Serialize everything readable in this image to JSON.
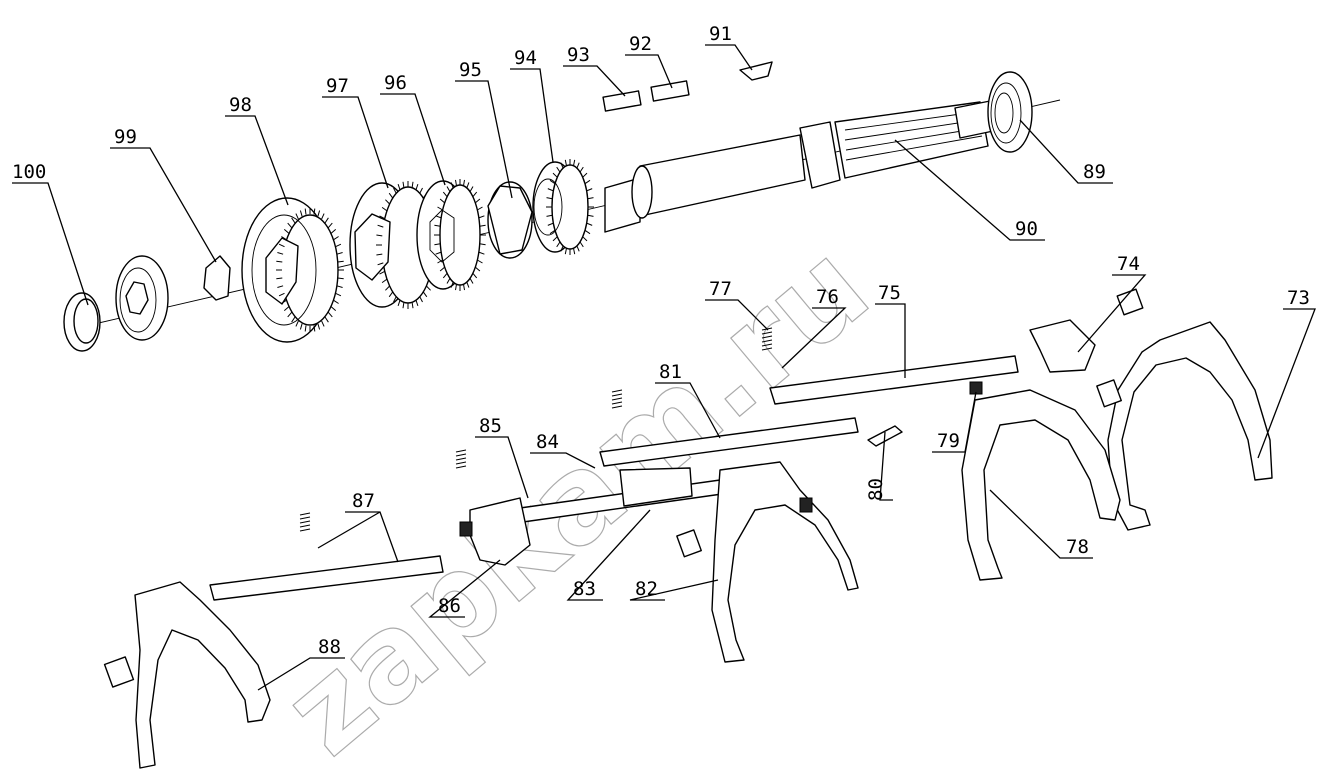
{
  "watermark": "zapkam.ru",
  "callouts": [
    {
      "id": "100",
      "label": "100"
    },
    {
      "id": "99",
      "label": "99"
    },
    {
      "id": "98",
      "label": "98"
    },
    {
      "id": "97",
      "label": "97"
    },
    {
      "id": "96",
      "label": "96"
    },
    {
      "id": "95",
      "label": "95"
    },
    {
      "id": "94",
      "label": "94"
    },
    {
      "id": "93",
      "label": "93"
    },
    {
      "id": "92",
      "label": "92"
    },
    {
      "id": "91",
      "label": "91"
    },
    {
      "id": "90",
      "label": "90"
    },
    {
      "id": "89",
      "label": "89"
    },
    {
      "id": "88",
      "label": "88"
    },
    {
      "id": "87",
      "label": "87"
    },
    {
      "id": "86",
      "label": "86"
    },
    {
      "id": "85",
      "label": "85"
    },
    {
      "id": "84",
      "label": "84"
    },
    {
      "id": "83",
      "label": "83"
    },
    {
      "id": "82",
      "label": "82"
    },
    {
      "id": "81",
      "label": "81"
    },
    {
      "id": "80",
      "label": "80"
    },
    {
      "id": "79",
      "label": "79"
    },
    {
      "id": "78",
      "label": "78"
    },
    {
      "id": "77",
      "label": "77"
    },
    {
      "id": "76",
      "label": "76"
    },
    {
      "id": "75",
      "label": "75"
    },
    {
      "id": "74",
      "label": "74"
    },
    {
      "id": "73",
      "label": "73"
    }
  ]
}
